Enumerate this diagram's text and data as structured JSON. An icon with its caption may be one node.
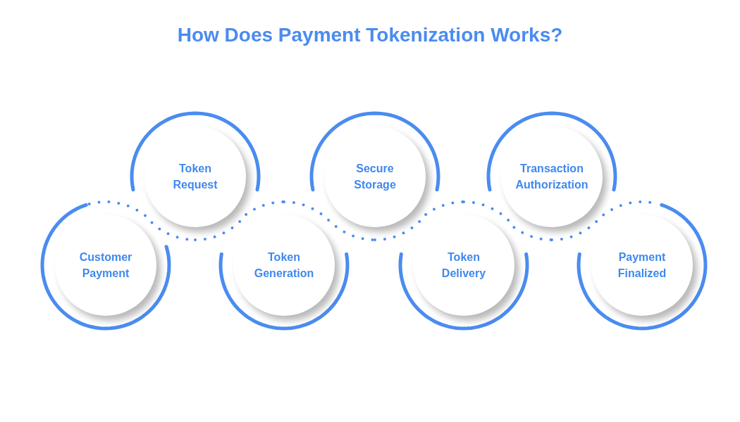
{
  "diagram": {
    "title": "How Does Payment Tokenization Works?",
    "nodes": [
      {
        "text": [
          "Customer Payment"
        ]
      },
      {
        "text": [
          "Token Request"
        ]
      },
      {
        "text": [
          "Token Generation"
        ]
      },
      {
        "text": [
          "Secure Storage"
        ]
      },
      {
        "text": [
          "Token Delivery"
        ]
      },
      {
        "text": [
          "Transaction Authorization"
        ]
      },
      {
        "text": [
          "Payment Finalized"
        ]
      }
    ],
    "edges": [
      {
        "from": 0,
        "to": 1,
        "arrow": "none",
        "style": "dashed"
      },
      {
        "from": 1,
        "to": 2,
        "arrow": "none",
        "style": "dashed"
      },
      {
        "from": 2,
        "to": 3,
        "arrow": "none",
        "style": "dashed"
      },
      {
        "from": 3,
        "to": 4,
        "arrow": "none",
        "style": "dashed"
      },
      {
        "from": 4,
        "to": 5,
        "arrow": "none",
        "style": "dashed"
      },
      {
        "from": 5,
        "to": 6,
        "arrow": "none",
        "style": "dashed"
      }
    ]
  }
}
